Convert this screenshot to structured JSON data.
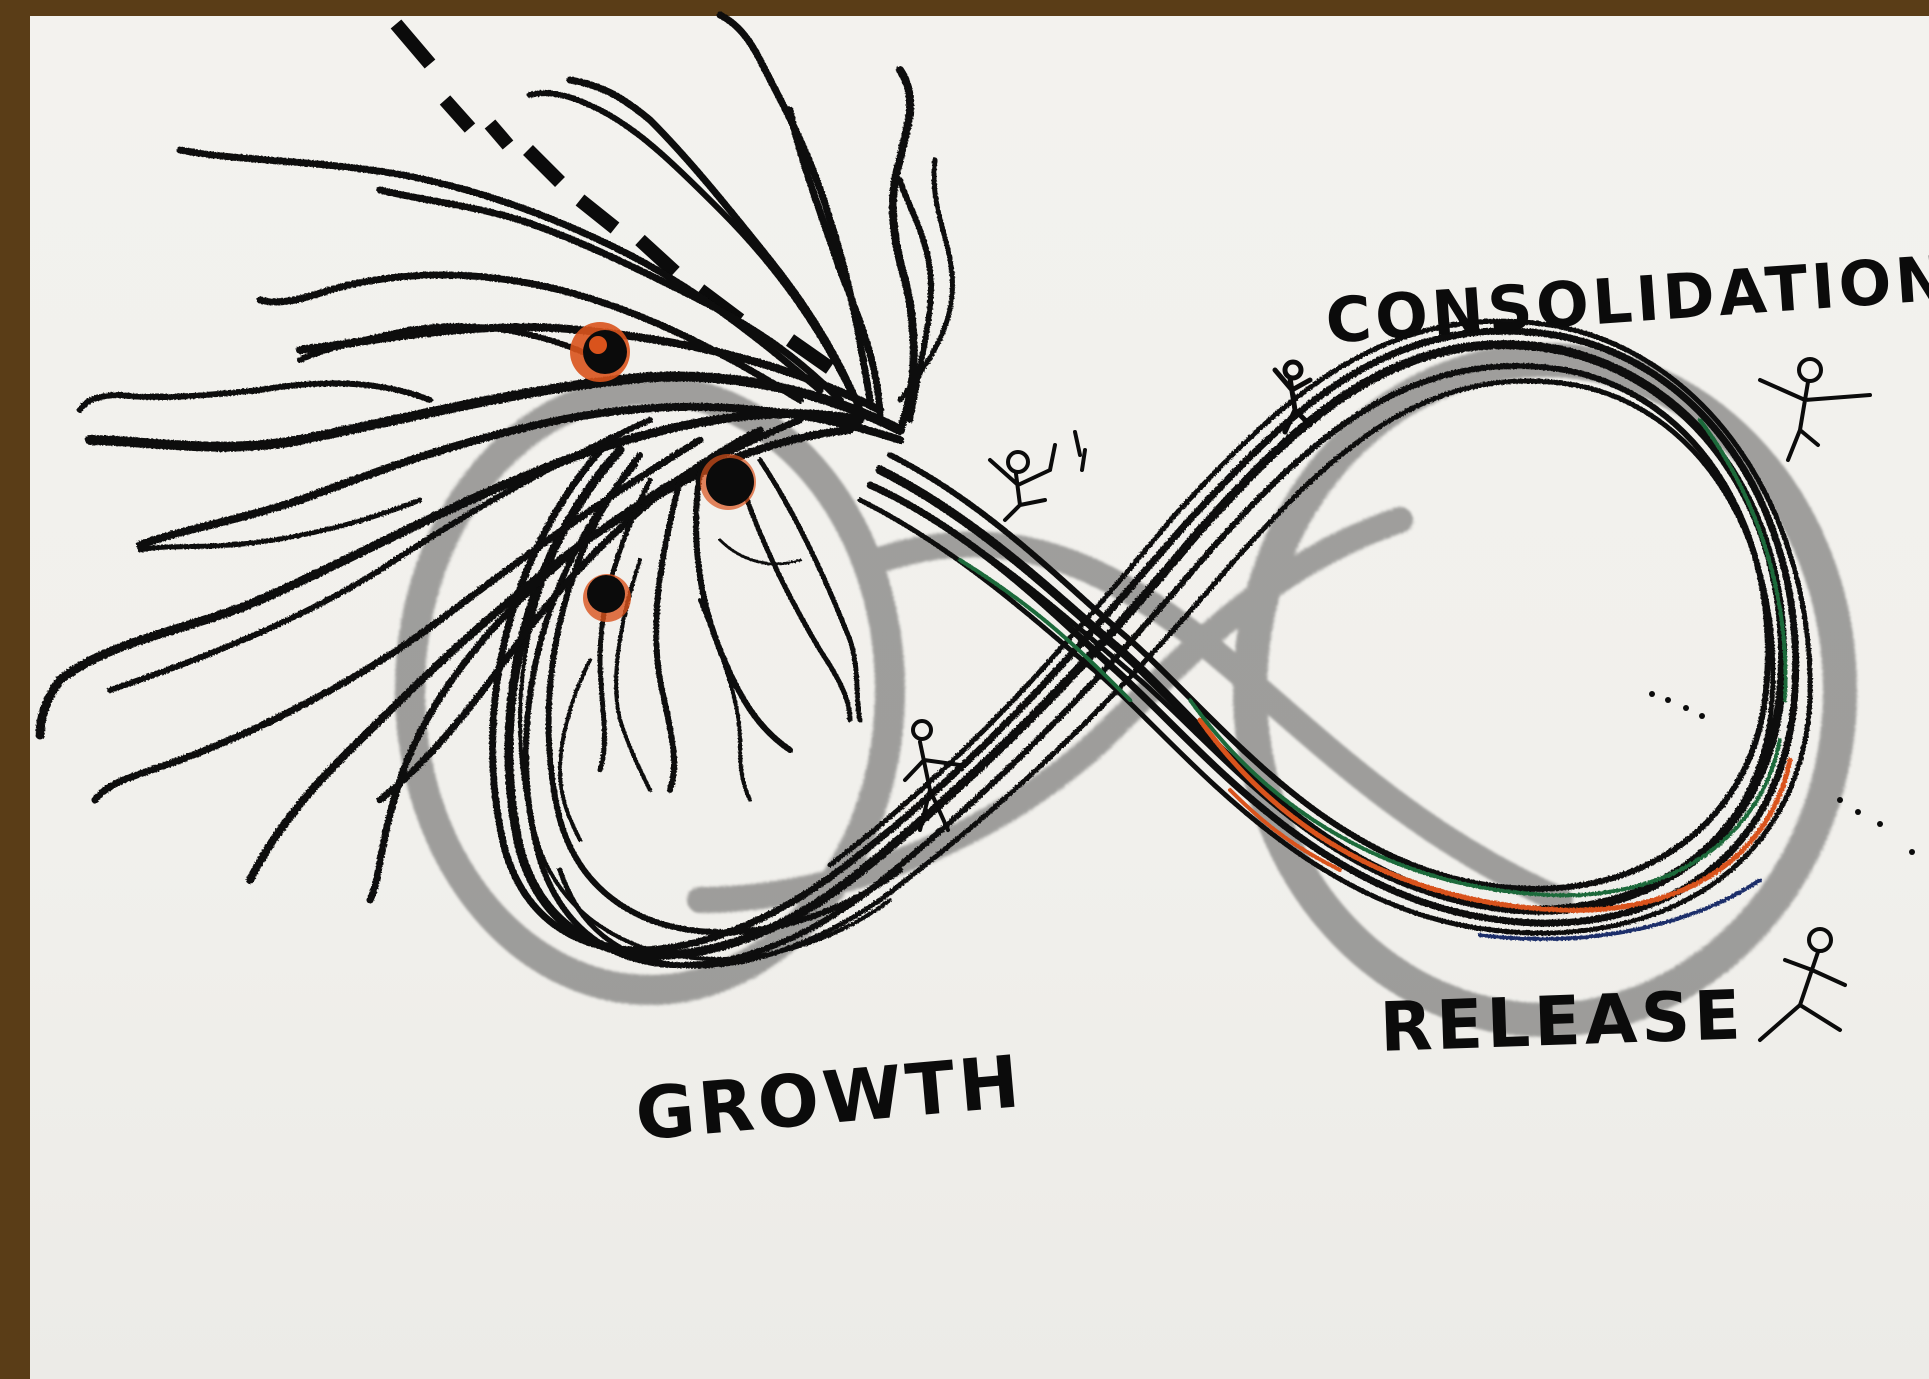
{
  "labels": {
    "consolidation": "CONSOLIDATION",
    "release": "RELEASE",
    "growth": "GROWTH"
  },
  "colors": {
    "frame": "#5a3d17",
    "paper": "#f2f1ed",
    "ink": "#0b0b0b",
    "pencil": "#4a4a4a",
    "accent_orange": "#d9531c",
    "accent_green": "#1f6b3a",
    "accent_blue": "#1c2f6b"
  },
  "figures": [
    "stick-figure-climbing",
    "stick-figure-waving",
    "stick-figure-running",
    "stick-figure-falling",
    "stick-figure-walking"
  ]
}
